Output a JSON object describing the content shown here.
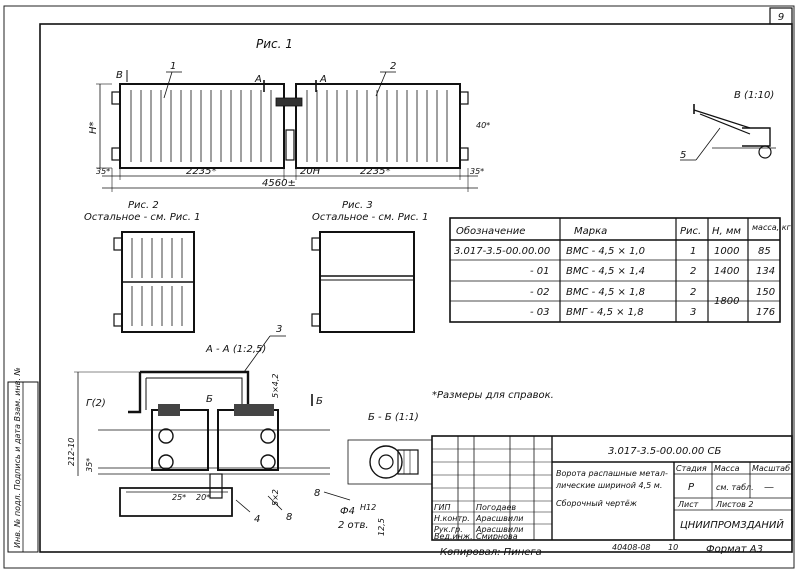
{
  "sheet_number": "9",
  "fig1": {
    "title": "Рис. 1",
    "leaf1": "1",
    "leaf2": "2",
    "view_b": "В",
    "section_a": "А",
    "height": "H*",
    "dim_35_left": "35*",
    "dim_2235_left": "2235*",
    "dim_20": "20Н",
    "dim_2235_right": "2235*",
    "dim_35_right": "35*",
    "dim_total": "4560±",
    "dim_40": "40*"
  },
  "view_b_detail": {
    "title": "В (1:10)",
    "callout": "5"
  },
  "fig2": {
    "title": "Рис. 2",
    "note": "Остальное - см. Рис. 1"
  },
  "fig3": {
    "title": "Рис. 3",
    "note": "Остальное - см. Рис. 1"
  },
  "table": {
    "headers": [
      "Обозначение",
      "Марка",
      "Рис.",
      "H, мм",
      "масса, кг"
    ],
    "rows": [
      {
        "code": "3.017-3.5-00.00.00",
        "mark": "ВМС - 4,5 × 1,0",
        "fig": "1",
        "h": "1000",
        "mass": "85"
      },
      {
        "code": "- 01",
        "mark": "ВМС - 4,5 × 1,4",
        "fig": "2",
        "h": "1400",
        "mass": "134"
      },
      {
        "code": "- 02",
        "mark": "ВМС - 4,5 × 1,8",
        "fig": "2",
        "h": "1800",
        "mass": "150"
      },
      {
        "code": "- 03",
        "mark": "ВМГ - 4,5 × 1,8",
        "fig": "3",
        "h": "",
        "mass": "176"
      }
    ]
  },
  "section_aa": {
    "title": "А - А (1:2,5)",
    "callout3": "3",
    "callout4": "4",
    "callout8": "8",
    "view_g": "Г(2)",
    "dim_212": "212-10",
    "dim_35": "35*",
    "dim_5x4": "5×4,2",
    "dim_5x2": "5×2",
    "dim_25": "25*",
    "dim_20": "20*",
    "b_left": "Б",
    "b_right": "Б"
  },
  "reference_note": "*Размеры для справок.",
  "section_bb": {
    "title": "Б - Б (1:1)",
    "callout8": "8",
    "hole": "Ф4",
    "holes_count": "2 отв.",
    "dim_h12": "H12",
    "dim_125": "12,5"
  },
  "title_block": {
    "designation": "3.017-3.5-00.00.00 СБ",
    "name_line1": "Ворота распашные метал-",
    "name_line2": "лические шириной 4,5 м.",
    "name_line3": "Сборочный чертёж",
    "stage_h": "Стадия",
    "mass_h": "Масса",
    "scale_h": "Масштаб",
    "stage": "Р",
    "mass": "см. табл.",
    "scale": "—",
    "sheet_label": "Лист",
    "sheets_label": "Листов 2",
    "org": "ЦНИИПРОМЗДАНИЙ",
    "roles": [
      "ГИП",
      "Н.контр.",
      "Рук.гр.",
      "Вед.инж."
    ],
    "names": [
      "Погодаев",
      "Арасшвили",
      "Арасшвили",
      "Смирнова"
    ]
  },
  "side_strip": "Инв. № подл.   Подпись и дата   Взам. инв. №",
  "footer": {
    "copied": "Копировал: Пинега",
    "order": "40408-08",
    "num": "10",
    "format": "Формат А3"
  }
}
